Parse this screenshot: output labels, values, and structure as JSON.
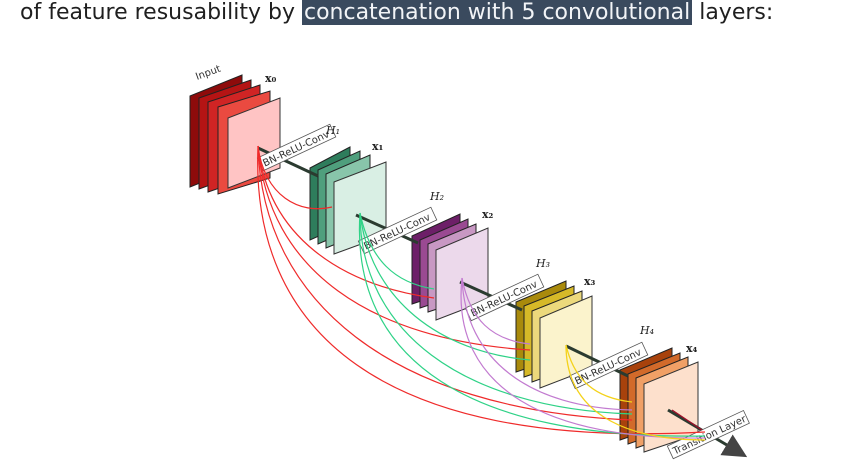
{
  "text": {
    "before": "of feature resusability by ",
    "highlight": "concatenation with 5 convolutional",
    "after": " layers:"
  },
  "diagram": {
    "input_label": "Input",
    "x_labels": [
      "x₀",
      "x₁",
      "x₂",
      "x₃",
      "x₄"
    ],
    "h_labels": [
      "H₁",
      "H₂",
      "H₃",
      "H₄"
    ],
    "conv_label": "BN-ReLU-Conv",
    "transition_label": "Transition Layer",
    "colors": {
      "input": "#c01a1a",
      "block1": "#3f8a6a",
      "block2": "#7e2a78",
      "block3": "#c9a514",
      "block4": "#c0500f",
      "edge_from_input": "#ef2b2b",
      "edge_from_x1": "#2fd287",
      "edge_from_x2": "#c27bd0",
      "edge_from_x3": "#f4d21a",
      "edge_from_x4": "#a0102a"
    }
  }
}
